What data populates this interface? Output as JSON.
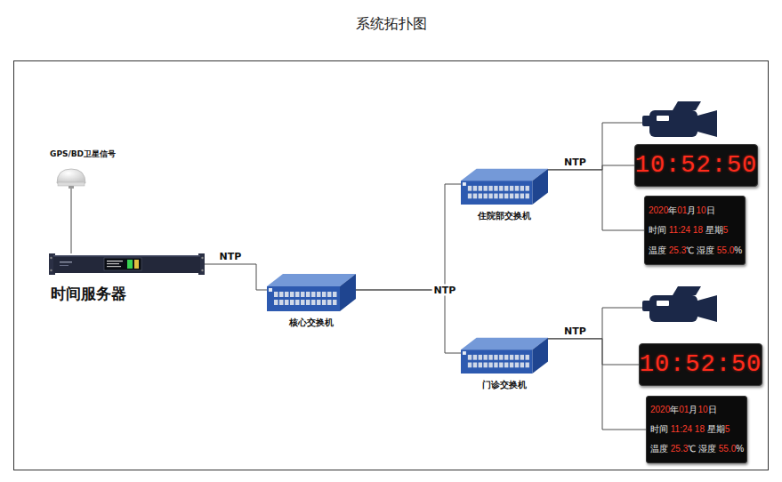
{
  "diagram": {
    "title": "系统拓扑图",
    "nodes": [
      {
        "text": [
          "GPS/BD卫星信号"
        ]
      },
      {
        "text": [
          "时间服务器"
        ]
      },
      {
        "text": [
          "核心交换机"
        ]
      },
      {
        "text": [
          "住院部交换机"
        ]
      },
      {
        "text": [
          "门诊交换机"
        ]
      },
      {
        "text": [
          "10:52:50"
        ]
      },
      {
        "text": [
          "2020年01月10日",
          "时间 11:24 18 星期5",
          "温度 25.3℃ 湿度 55.0%"
        ]
      },
      {
        "text": [
          "10:52:50"
        ]
      },
      {
        "text": [
          "2020年01月10日",
          "时间 11:24 18 星期5",
          "温度 25.3℃ 湿度 55.0%"
        ]
      }
    ],
    "edges": [
      {
        "from": 0,
        "to": 1,
        "arrow": "none"
      },
      {
        "from": 1,
        "to": 2,
        "label": "NTP",
        "arrow": "none"
      },
      {
        "from": 2,
        "to": 3,
        "label": "NTP",
        "arrow": "none"
      },
      {
        "from": 2,
        "to": 4,
        "arrow": "none"
      },
      {
        "from": 3,
        "to": 5,
        "label": "NTP",
        "arrow": "none"
      },
      {
        "from": 3,
        "to": 6,
        "arrow": "none"
      },
      {
        "from": 4,
        "to": 7,
        "label": "NTP",
        "arrow": "none"
      },
      {
        "from": 4,
        "to": 8,
        "arrow": "none"
      }
    ]
  }
}
